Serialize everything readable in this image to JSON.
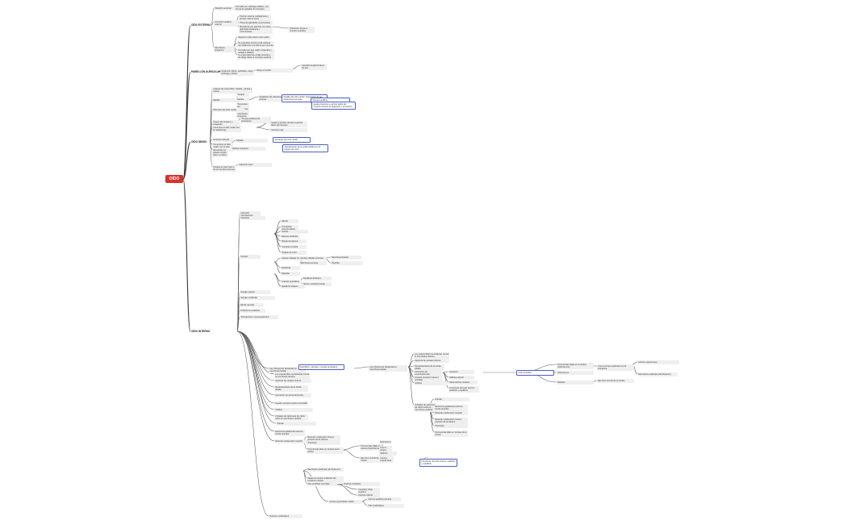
{
  "root": {
    "label": "OÍDO"
  },
  "branches": [
    {
      "id": "externo",
      "label": "OÍDO EXTERNO"
    },
    {
      "id": "pabellon",
      "label": "PABELLÓN AURICULAR"
    },
    {
      "id": "medio",
      "label": "OÍDO MEDIO"
    },
    {
      "id": "interno",
      "label": "OÍDO INTERNO"
    }
  ],
  "nodes": [
    {
      "id": "n1",
      "text": "Pabellón auricular"
    },
    {
      "id": "n2",
      "text": "Formado por cartílago elástico, con forma de pabellón de trompeta"
    },
    {
      "id": "n3",
      "text": "Conducto auditivo externo"
    },
    {
      "id": "n4",
      "text": "Porción externa cartilaginosa y porción interna ósea"
    },
    {
      "id": "n5",
      "text": "Presenta glándulas ceruminosas"
    },
    {
      "id": "n6",
      "text": "Recubierto por piel fina con pelos, glándulas sebáceas y ceruminosas"
    },
    {
      "id": "n7",
      "text": "Protección frente a cuerpos extraños"
    },
    {
      "id": "n8",
      "text": "Membrana timpánica"
    },
    {
      "id": "n9",
      "text": "Separa el oído externo del medio"
    },
    {
      "id": "n10",
      "text": "Su superficie externa está cubierta por epidermis y la interna por mucosa"
    },
    {
      "id": "n11",
      "text": "Formado por piel, tejido conjuntivo y cartílago elástico"
    },
    {
      "id": "n12",
      "text": "La oreja capta las ondas sonoras y las dirige hacia el conducto auditivo"
    },
    {
      "id": "n13",
      "text": "Anatomía: hélice, antihélice, trago, antitrago y lóbulo"
    },
    {
      "id": "n14",
      "text": "Dirige el sonido"
    },
    {
      "id": "n15",
      "text": "Cavidad timpánica llena de aire"
    },
    {
      "id": "n16",
      "text": "Cadena de huesecillos: martillo, yunque y estribo"
    },
    {
      "id": "n17",
      "text": "Martillo"
    },
    {
      "id": "n18",
      "text": "Yunque"
    },
    {
      "id": "n19",
      "text": "Estribo"
    },
    {
      "id": "n20",
      "text": "Transmiten las vibraciones de la membrana timpánica"
    },
    {
      "id": "n21",
      "text": "Amplifican las vibraciones sonoras"
    },
    {
      "id": "n22",
      "text": "Músculos del oído medio"
    },
    {
      "id": "n23",
      "text": "Tensor del tímpano y estapedio"
    },
    {
      "id": "n24",
      "text": "Trompa auditiva (de Eustaquio)"
    },
    {
      "id": "n25",
      "text": "Comunica el oído medio con la nasofaringe"
    },
    {
      "id": "n26",
      "text": "Iguala la presión del aire a ambos lados del tímpano"
    },
    {
      "id": "n27",
      "text": "Ventana oval"
    },
    {
      "id": "n28",
      "text": "Ventana redonda"
    },
    {
      "id": "n29",
      "text": "Comunican el oído medio con el oído interno"
    },
    {
      "id": "n30",
      "text": "Epitelio"
    },
    {
      "id": "n31",
      "text": "Revestido por epitelio simple plano a cúbico"
    },
    {
      "id": "n32",
      "text": "Reflejo timpánico"
    },
    {
      "id": "n33",
      "text": "Protege el oído interno de los sonidos intensos"
    },
    {
      "id": "n34",
      "text": "Laberinto óseo"
    },
    {
      "id": "n35",
      "text": "Laberinto membranoso"
    },
    {
      "id": "n36",
      "text": "Vestíbulo"
    },
    {
      "id": "n37",
      "text": "Utrículo"
    },
    {
      "id": "n38",
      "text": "Sáculo"
    },
    {
      "id": "n39",
      "text": "Conductos semicirculares"
    },
    {
      "id": "n40",
      "text": "Cóclea"
    },
    {
      "id": "n41",
      "text": "Rampa vestibular"
    },
    {
      "id": "n42",
      "text": "Rampa timpánica"
    },
    {
      "id": "n43",
      "text": "Conducto coclear"
    },
    {
      "id": "n44",
      "text": "Órgano de Corti"
    },
    {
      "id": "n45",
      "text": "Células ciliadas internas"
    },
    {
      "id": "n46",
      "text": "Células ciliadas externas"
    },
    {
      "id": "n47",
      "text": "Membrana tectoria"
    },
    {
      "id": "n48",
      "text": "Membrana basilar"
    },
    {
      "id": "n49",
      "text": "Perilinfa"
    },
    {
      "id": "n50",
      "text": "Endolinfa"
    },
    {
      "id": "n51",
      "text": "Máculas"
    },
    {
      "id": "n52",
      "text": "Crestas ampulares"
    },
    {
      "id": "n53",
      "text": "Equilibrio estático"
    },
    {
      "id": "n54",
      "text": "Equilibrio dinámico"
    },
    {
      "id": "n55",
      "text": "Nervio vestibulococlear"
    },
    {
      "id": "n56",
      "text": "Ganglio espiral"
    },
    {
      "id": "n57",
      "text": "Ganglio vestibular"
    },
    {
      "id": "n58",
      "text": "Estría vascular"
    },
    {
      "id": "n59",
      "text": "Produce la endolinfa"
    },
    {
      "id": "n60",
      "text": "Transducción mecanoeléctrica"
    },
    {
      "id": "n61",
      "text": "Las vibraciones desplazan la membrana basilar"
    },
    {
      "id": "n62",
      "text": "Los estereocilios se deflectan contra la membrana tectoria"
    },
    {
      "id": "n63",
      "text": "Apertura de canales iónicos"
    },
    {
      "id": "n64",
      "text": "Despolarización de la célula ciliada"
    },
    {
      "id": "n65",
      "text": "Liberación de neurotransmisor"
    },
    {
      "id": "n66",
      "text": "Impulso nervioso hacia el encéfalo"
    },
    {
      "id": "n67",
      "text": "Otolitos"
    },
    {
      "id": "n68",
      "text": "Cristales de carbonato de calcio sobre la membrana otolítica"
    },
    {
      "id": "n69",
      "text": "Cúpula"
    },
    {
      "id": "n70",
      "text": "Estructura gelatinosa sobre la cresta ampular"
    },
    {
      "id": "n71",
      "text": "Detectan aceleración angular"
    },
    {
      "id": "n72",
      "text": "Detectan aceleración lineal y posición de la cabeza"
    },
    {
      "id": "n73",
      "text": "Tonotopía"
    },
    {
      "id": "n74",
      "text": "Frecuencias altas en la base de la cóclea"
    },
    {
      "id": "n75",
      "text": "Frecuencias bajas en el vértice (helicotrema)"
    },
    {
      "id": "n76",
      "text": "Helicotrema"
    },
    {
      "id": "n77",
      "text": "Une la rampa vestibular con la timpánica"
    },
    {
      "id": "n78",
      "text": "Modiolo"
    },
    {
      "id": "n79",
      "text": "Eje óseo central de la cóclea"
    },
    {
      "id": "n80",
      "text": "Lámina espiral ósea"
    },
    {
      "id": "n81",
      "text": "Membrana vestibular (de Reissner)"
    },
    {
      "id": "n82",
      "text": "Separa la rampa vestibular del conducto coclear"
    },
    {
      "id": "n83",
      "text": "Vías auditivas centrales"
    },
    {
      "id": "n84",
      "text": "Núcleos cocleares"
    },
    {
      "id": "n85",
      "text": "Complejo olivar superior"
    },
    {
      "id": "n86",
      "text": "Colículo inferior"
    },
    {
      "id": "n87",
      "text": "Cuerpo geniculado medial"
    },
    {
      "id": "n88",
      "text": "Corteza auditiva primaria"
    },
    {
      "id": "n89",
      "text": "Vías vestibulares"
    },
    {
      "id": "n90",
      "text": "Núcleos vestibulares"
    },
    {
      "id": "n91",
      "text": "Cerebelo"
    },
    {
      "id": "n92",
      "text": "Médula espinal"
    },
    {
      "id": "n93",
      "text": "Movimientos oculares"
    },
    {
      "id": "n94",
      "text": "Funciones del oído interno: audición y equilibrio"
    }
  ],
  "callouts": [
    {
      "id": "c1",
      "text": "Detalle del oído medio: transmisión de las vibraciones sonoras"
    },
    {
      "id": "c2",
      "text": "Trompa auditiva"
    },
    {
      "id": "c3",
      "text": "Iguala presiones a ambos lados del tímpano durante la deglución y el bostezo"
    },
    {
      "id": "c4",
      "text": "Ventanas del oído medio"
    },
    {
      "id": "c5",
      "text": "Transducción de la señal auditiva en el órgano de Corti"
    },
    {
      "id": "c6",
      "text": "Equilibrio: máculas y crestas ampulares"
    },
    {
      "id": "c7",
      "text": "Vías centrales"
    }
  ]
}
